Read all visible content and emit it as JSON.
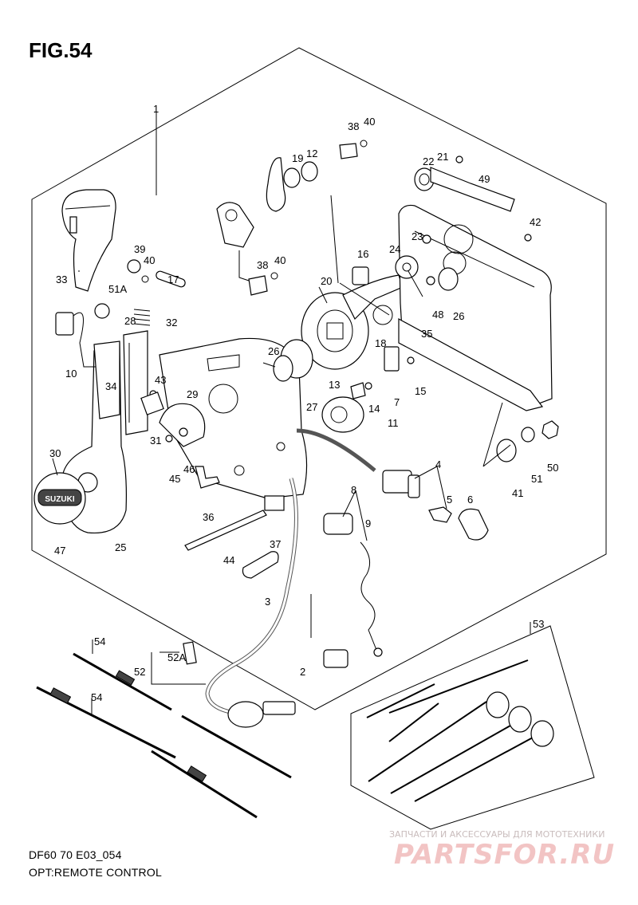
{
  "figure_title": "FIG.54",
  "footer": {
    "line1": "DF60 70 E03_054",
    "line2": "OPT:REMOTE CONTROL"
  },
  "watermark": {
    "small": "ЗАПЧАСТИ И АКСЕССУАРЫ ДЛЯ МОТОТЕХНИКИ",
    "big": "PARTSFOR.RU"
  },
  "brand_logo_text": "SUZUKI",
  "callouts": [
    {
      "id": "c-1",
      "text": "1"
    },
    {
      "id": "c-2",
      "text": "2"
    },
    {
      "id": "c-3",
      "text": "3"
    },
    {
      "id": "c-4",
      "text": "4"
    },
    {
      "id": "c-5",
      "text": "5"
    },
    {
      "id": "c-6",
      "text": "6"
    },
    {
      "id": "c-7",
      "text": "7"
    },
    {
      "id": "c-8",
      "text": "8"
    },
    {
      "id": "c-9",
      "text": "9"
    },
    {
      "id": "c-10",
      "text": "10"
    },
    {
      "id": "c-11",
      "text": "11"
    },
    {
      "id": "c-12",
      "text": "12"
    },
    {
      "id": "c-13",
      "text": "13"
    },
    {
      "id": "c-14",
      "text": "14"
    },
    {
      "id": "c-15",
      "text": "15"
    },
    {
      "id": "c-16",
      "text": "16"
    },
    {
      "id": "c-17",
      "text": "17"
    },
    {
      "id": "c-18",
      "text": "18"
    },
    {
      "id": "c-19",
      "text": "19"
    },
    {
      "id": "c-20",
      "text": "20"
    },
    {
      "id": "c-21",
      "text": "21"
    },
    {
      "id": "c-22",
      "text": "22"
    },
    {
      "id": "c-23",
      "text": "23"
    },
    {
      "id": "c-24",
      "text": "24"
    },
    {
      "id": "c-25",
      "text": "25"
    },
    {
      "id": "c-26a",
      "text": "26"
    },
    {
      "id": "c-26b",
      "text": "26"
    },
    {
      "id": "c-27",
      "text": "27"
    },
    {
      "id": "c-28",
      "text": "28"
    },
    {
      "id": "c-29",
      "text": "29"
    },
    {
      "id": "c-30",
      "text": "30"
    },
    {
      "id": "c-31",
      "text": "31"
    },
    {
      "id": "c-32",
      "text": "32"
    },
    {
      "id": "c-33",
      "text": "33"
    },
    {
      "id": "c-34",
      "text": "34"
    },
    {
      "id": "c-35",
      "text": "35"
    },
    {
      "id": "c-36",
      "text": "36"
    },
    {
      "id": "c-37",
      "text": "37"
    },
    {
      "id": "c-38a",
      "text": "38"
    },
    {
      "id": "c-38b",
      "text": "38"
    },
    {
      "id": "c-39",
      "text": "39"
    },
    {
      "id": "c-40a",
      "text": "40"
    },
    {
      "id": "c-40b",
      "text": "40"
    },
    {
      "id": "c-40c",
      "text": "40"
    },
    {
      "id": "c-41",
      "text": "41"
    },
    {
      "id": "c-42",
      "text": "42"
    },
    {
      "id": "c-43",
      "text": "43"
    },
    {
      "id": "c-44",
      "text": "44"
    },
    {
      "id": "c-45",
      "text": "45"
    },
    {
      "id": "c-46",
      "text": "46"
    },
    {
      "id": "c-47",
      "text": "47"
    },
    {
      "id": "c-48",
      "text": "48"
    },
    {
      "id": "c-49",
      "text": "49"
    },
    {
      "id": "c-50",
      "text": "50"
    },
    {
      "id": "c-51",
      "text": "51"
    },
    {
      "id": "c-51a",
      "text": "51A"
    },
    {
      "id": "c-52",
      "text": "52"
    },
    {
      "id": "c-52a",
      "text": "52A"
    },
    {
      "id": "c-53",
      "text": "53"
    },
    {
      "id": "c-54a",
      "text": "54"
    },
    {
      "id": "c-54b",
      "text": "54"
    }
  ]
}
